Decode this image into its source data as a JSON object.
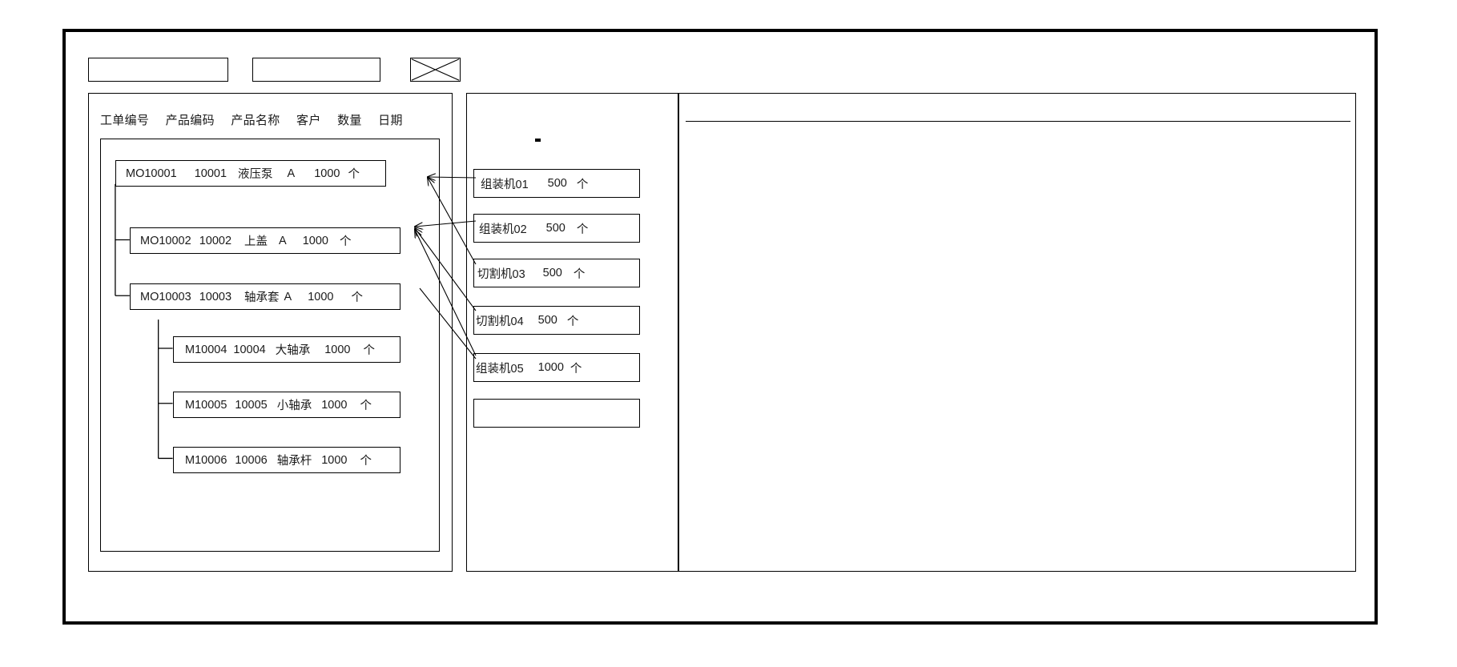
{
  "window": {
    "title": ""
  },
  "toolbar": {
    "field1_value": "",
    "field1_placeholder": "",
    "field2_value": "",
    "field2_placeholder": "",
    "image_placeholder_label": "image-placeholder"
  },
  "left_panel": {
    "columns": [
      "工单编号",
      "产品编码",
      "产品名称",
      "客户",
      "数量",
      "日期"
    ],
    "rows": [
      {
        "level": 0,
        "order_no": "MO10001",
        "product_code": "10001",
        "product_name": "液压泵",
        "customer": "A",
        "quantity": "1000",
        "unit": "个",
        "date": ""
      },
      {
        "level": 1,
        "order_no": "MO10002",
        "product_code": "10002",
        "product_name": "上盖",
        "customer": "A",
        "quantity": "1000",
        "unit": "个",
        "date": ""
      },
      {
        "level": 1,
        "order_no": "MO10003",
        "product_code": "10003",
        "product_name": "轴承套",
        "customer": "A",
        "quantity": "1000",
        "unit": "个",
        "date": ""
      },
      {
        "level": 2,
        "order_no": "M10004",
        "product_code": "10004",
        "product_name": "大轴承",
        "customer": "",
        "quantity": "1000",
        "unit": "个",
        "date": ""
      },
      {
        "level": 2,
        "order_no": "M10005",
        "product_code": "10005",
        "product_name": "小轴承",
        "customer": "",
        "quantity": "1000",
        "unit": "个",
        "date": ""
      },
      {
        "level": 2,
        "order_no": "M10006",
        "product_code": "10006",
        "product_name": "轴承杆",
        "customer": "",
        "quantity": "1000",
        "unit": "个",
        "date": ""
      }
    ]
  },
  "middle_panel": {
    "machines": [
      {
        "name": "组装机01",
        "quantity": "500",
        "unit": "个"
      },
      {
        "name": "组装机02",
        "quantity": "500",
        "unit": "个"
      },
      {
        "name": "切割机03",
        "quantity": "500",
        "unit": "个"
      },
      {
        "name": "切割机04",
        "quantity": "500",
        "unit": "个"
      },
      {
        "name": "组装机05",
        "quantity": "1000",
        "unit": "个"
      }
    ],
    "empty_slot_label": ""
  },
  "right_panel": {
    "header_text": "",
    "body_text": ""
  },
  "colors": {
    "line": "#000000",
    "frame": "#000000",
    "background": "#ffffff",
    "text": "#1a1a1a"
  }
}
